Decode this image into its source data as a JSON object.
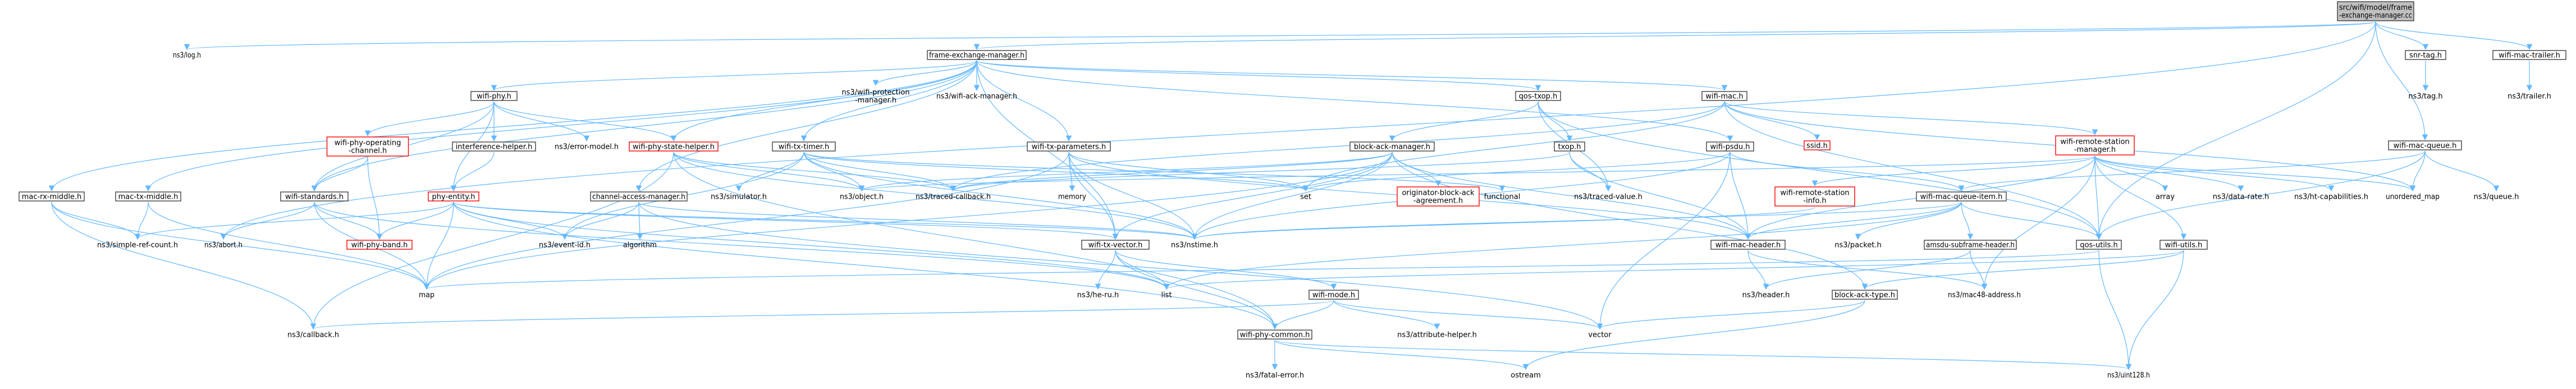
{
  "graph": {
    "root": "src/wifi/model/frame-exchange-manager.cc",
    "nodes": [
      {
        "id": "root",
        "lines": [
          "src/wifi/model/frame",
          "-exchange-manager.cc"
        ],
        "style": "root"
      },
      {
        "id": "log",
        "lines": [
          "ns3/log.h"
        ],
        "style": "plain"
      },
      {
        "id": "fem_h",
        "lines": [
          "frame-exchange-manager.h"
        ],
        "style": "normal"
      },
      {
        "id": "snr_tag",
        "lines": [
          "snr-tag.h"
        ],
        "style": "normal"
      },
      {
        "id": "wifi_mac_trailer",
        "lines": [
          "wifi-mac-trailer.h"
        ],
        "style": "normal"
      },
      {
        "id": "tag",
        "lines": [
          "ns3/tag.h"
        ],
        "style": "plain"
      },
      {
        "id": "trailer",
        "lines": [
          "ns3/trailer.h"
        ],
        "style": "plain"
      },
      {
        "id": "wifi_phy",
        "lines": [
          "wifi-phy.h"
        ],
        "style": "normal"
      },
      {
        "id": "wifi_protection_mgr",
        "lines": [
          "ns3/wifi-protection",
          "-manager.h"
        ],
        "style": "plain"
      },
      {
        "id": "wifi_ack_mgr",
        "lines": [
          "ns3/wifi-ack-manager.h"
        ],
        "style": "plain"
      },
      {
        "id": "qos_txop",
        "lines": [
          "qos-txop.h"
        ],
        "style": "normal"
      },
      {
        "id": "wifi_mac",
        "lines": [
          "wifi-mac.h"
        ],
        "style": "normal"
      },
      {
        "id": "wifi_mac_queue",
        "lines": [
          "wifi-mac-queue.h"
        ],
        "style": "normal"
      },
      {
        "id": "wifi_phy_op_channel",
        "lines": [
          "wifi-phy-operating",
          "-channel.h"
        ],
        "style": "red"
      },
      {
        "id": "interference_helper",
        "lines": [
          "interference-helper.h"
        ],
        "style": "normal"
      },
      {
        "id": "error_model",
        "lines": [
          "ns3/error-model.h"
        ],
        "style": "plain"
      },
      {
        "id": "wifi_phy_state_helper",
        "lines": [
          "wifi-phy-state-helper.h"
        ],
        "style": "red"
      },
      {
        "id": "wifi_tx_timer",
        "lines": [
          "wifi-tx-timer.h"
        ],
        "style": "normal"
      },
      {
        "id": "wifi_tx_parameters",
        "lines": [
          "wifi-tx-parameters.h"
        ],
        "style": "normal"
      },
      {
        "id": "block_ack_manager",
        "lines": [
          "block-ack-manager.h"
        ],
        "style": "normal"
      },
      {
        "id": "txop",
        "lines": [
          "txop.h"
        ],
        "style": "normal"
      },
      {
        "id": "wifi_psdu",
        "lines": [
          "wifi-psdu.h"
        ],
        "style": "normal"
      },
      {
        "id": "ssid",
        "lines": [
          "ssid.h"
        ],
        "style": "red"
      },
      {
        "id": "wifi_remote_station_mgr",
        "lines": [
          "wifi-remote-station",
          "-manager.h"
        ],
        "style": "red"
      },
      {
        "id": "mac_rx_middle",
        "lines": [
          "mac-rx-middle.h"
        ],
        "style": "normal"
      },
      {
        "id": "mac_tx_middle",
        "lines": [
          "mac-tx-middle.h"
        ],
        "style": "normal"
      },
      {
        "id": "wifi_standards",
        "lines": [
          "wifi-standards.h"
        ],
        "style": "normal"
      },
      {
        "id": "phy_entity",
        "lines": [
          "phy-entity.h"
        ],
        "style": "red"
      },
      {
        "id": "channel_access_mgr",
        "lines": [
          "channel-access-manager.h"
        ],
        "style": "normal"
      },
      {
        "id": "simulator",
        "lines": [
          "ns3/simulator.h"
        ],
        "style": "plain"
      },
      {
        "id": "object",
        "lines": [
          "ns3/object.h"
        ],
        "style": "plain"
      },
      {
        "id": "traced_callback",
        "lines": [
          "ns3/traced-callback.h"
        ],
        "style": "plain"
      },
      {
        "id": "memory",
        "lines": [
          "memory"
        ],
        "style": "plain"
      },
      {
        "id": "originator_ba",
        "lines": [
          "originator-block-ack",
          "-agreement.h"
        ],
        "style": "red"
      },
      {
        "id": "set",
        "lines": [
          "set"
        ],
        "style": "plain"
      },
      {
        "id": "functional",
        "lines": [
          "functional"
        ],
        "style": "plain"
      },
      {
        "id": "traced_value",
        "lines": [
          "ns3/traced-value.h"
        ],
        "style": "plain"
      },
      {
        "id": "wifi_remote_station_info",
        "lines": [
          "wifi-remote-station",
          "-info.h"
        ],
        "style": "red"
      },
      {
        "id": "wifi_mac_queue_item",
        "lines": [
          "wifi-mac-queue-item.h"
        ],
        "style": "normal"
      },
      {
        "id": "array",
        "lines": [
          "array"
        ],
        "style": "plain"
      },
      {
        "id": "data_rate",
        "lines": [
          "ns3/data-rate.h"
        ],
        "style": "plain"
      },
      {
        "id": "ht_capabilities",
        "lines": [
          "ns3/ht-capabilities.h"
        ],
        "style": "plain"
      },
      {
        "id": "unordered_map",
        "lines": [
          "unordered_map"
        ],
        "style": "plain"
      },
      {
        "id": "queue",
        "lines": [
          "ns3/queue.h"
        ],
        "style": "plain"
      },
      {
        "id": "simple_refcount",
        "lines": [
          "ns3/simple-ref-count.h"
        ],
        "style": "plain"
      },
      {
        "id": "abort",
        "lines": [
          "ns3/abort.h"
        ],
        "style": "plain"
      },
      {
        "id": "wifi_phy_band",
        "lines": [
          "wifi-phy-band.h"
        ],
        "style": "red"
      },
      {
        "id": "event_id",
        "lines": [
          "ns3/event-id.h"
        ],
        "style": "plain"
      },
      {
        "id": "algorithm",
        "lines": [
          "algorithm"
        ],
        "style": "plain"
      },
      {
        "id": "wifi_tx_vector",
        "lines": [
          "wifi-tx-vector.h"
        ],
        "style": "normal"
      },
      {
        "id": "nstime",
        "lines": [
          "ns3/nstime.h"
        ],
        "style": "plain"
      },
      {
        "id": "wifi_mac_header",
        "lines": [
          "wifi-mac-header.h"
        ],
        "style": "normal"
      },
      {
        "id": "packet",
        "lines": [
          "ns3/packet.h"
        ],
        "style": "plain"
      },
      {
        "id": "amsdu_subframe_header",
        "lines": [
          "amsdu-subframe-header.h"
        ],
        "style": "normal"
      },
      {
        "id": "qos_utils",
        "lines": [
          "qos-utils.h"
        ],
        "style": "normal"
      },
      {
        "id": "wifi_utils",
        "lines": [
          "wifi-utils.h"
        ],
        "style": "normal"
      },
      {
        "id": "map",
        "lines": [
          "map"
        ],
        "style": "plain"
      },
      {
        "id": "he_ru",
        "lines": [
          "ns3/he-ru.h"
        ],
        "style": "plain"
      },
      {
        "id": "list",
        "lines": [
          "list"
        ],
        "style": "plain"
      },
      {
        "id": "wifi_mode",
        "lines": [
          "wifi-mode.h"
        ],
        "style": "normal"
      },
      {
        "id": "header",
        "lines": [
          "ns3/header.h"
        ],
        "style": "plain"
      },
      {
        "id": "block_ack_type",
        "lines": [
          "block-ack-type.h"
        ],
        "style": "normal"
      },
      {
        "id": "mac48_address",
        "lines": [
          "ns3/mac48-address.h"
        ],
        "style": "plain"
      },
      {
        "id": "callback",
        "lines": [
          "ns3/callback.h"
        ],
        "style": "plain"
      },
      {
        "id": "attribute_helper",
        "lines": [
          "ns3/attribute-helper.h"
        ],
        "style": "plain"
      },
      {
        "id": "vector",
        "lines": [
          "vector"
        ],
        "style": "plain"
      },
      {
        "id": "wifi_phy_common",
        "lines": [
          "wifi-phy-common.h"
        ],
        "style": "normal"
      },
      {
        "id": "fatal_error",
        "lines": [
          "ns3/fatal-error.h"
        ],
        "style": "plain"
      },
      {
        "id": "ostream",
        "lines": [
          "ostream"
        ],
        "style": "plain"
      },
      {
        "id": "uint128",
        "lines": [
          "ns3/uint128.h"
        ],
        "style": "plain"
      }
    ],
    "edges": [
      [
        "root",
        "log"
      ],
      [
        "root",
        "fem_h"
      ],
      [
        "root",
        "snr_tag"
      ],
      [
        "root",
        "wifi_mac_trailer"
      ],
      [
        "root",
        "wifi_mac_queue"
      ],
      [
        "root",
        "qos_utils"
      ],
      [
        "root",
        "abort"
      ],
      [
        "snr_tag",
        "tag"
      ],
      [
        "wifi_mac_trailer",
        "trailer"
      ],
      [
        "fem_h",
        "wifi_phy"
      ],
      [
        "fem_h",
        "wifi_protection_mgr"
      ],
      [
        "fem_h",
        "wifi_ack_mgr"
      ],
      [
        "fem_h",
        "qos_txop"
      ],
      [
        "fem_h",
        "wifi_mac"
      ],
      [
        "fem_h",
        "wifi_tx_timer"
      ],
      [
        "fem_h",
        "wifi_tx_parameters"
      ],
      [
        "fem_h",
        "wifi_psdu"
      ],
      [
        "fem_h",
        "mac_rx_middle"
      ],
      [
        "fem_h",
        "mac_tx_middle"
      ],
      [
        "fem_h",
        "channel_access_mgr"
      ],
      [
        "fem_h",
        "wifi_tx_vector"
      ],
      [
        "fem_h",
        "wifi_standards"
      ],
      [
        "fem_h",
        "wifi_phy_state_helper"
      ],
      [
        "wifi_phy",
        "wifi_phy_op_channel"
      ],
      [
        "wifi_phy",
        "interference_helper"
      ],
      [
        "wifi_phy",
        "error_model"
      ],
      [
        "wifi_phy",
        "wifi_phy_state_helper"
      ],
      [
        "wifi_phy",
        "phy_entity"
      ],
      [
        "wifi_phy",
        "wifi_standards"
      ],
      [
        "wifi_phy_op_channel",
        "wifi_standards"
      ],
      [
        "wifi_phy_op_channel",
        "wifi_phy_band"
      ],
      [
        "interference_helper",
        "phy_entity"
      ],
      [
        "wifi_phy_state_helper",
        "object"
      ],
      [
        "wifi_phy_state_helper",
        "callback"
      ],
      [
        "wifi_phy_state_helper",
        "traced_callback"
      ],
      [
        "wifi_phy_state_helper",
        "nstime"
      ],
      [
        "wifi_phy_state_helper",
        "wifi_phy_common"
      ],
      [
        "wifi_tx_timer",
        "simulator"
      ],
      [
        "wifi_tx_timer",
        "object"
      ],
      [
        "wifi_tx_timer",
        "traced_callback"
      ],
      [
        "wifi_tx_timer",
        "event_id"
      ],
      [
        "wifi_tx_timer",
        "nstime"
      ],
      [
        "wifi_tx_timer",
        "functional"
      ],
      [
        "wifi_tx_timer",
        "set"
      ],
      [
        "wifi_tx_parameters",
        "memory"
      ],
      [
        "wifi_tx_parameters",
        "wifi_tx_vector"
      ],
      [
        "wifi_tx_parameters",
        "nstime"
      ],
      [
        "wifi_tx_parameters",
        "map"
      ],
      [
        "wifi_tx_parameters",
        "set"
      ],
      [
        "wifi_tx_parameters",
        "wifi_mac_header"
      ],
      [
        "qos_txop",
        "block_ack_manager"
      ],
      [
        "qos_txop",
        "txop"
      ],
      [
        "qos_txop",
        "traced_value"
      ],
      [
        "qos_txop",
        "qos_utils"
      ],
      [
        "block_ack_manager",
        "originator_ba"
      ],
      [
        "block_ack_manager",
        "wifi_mac_header"
      ],
      [
        "block_ack_manager",
        "wifi_tx_vector"
      ],
      [
        "block_ack_manager",
        "block_ack_type"
      ],
      [
        "block_ack_manager",
        "traced_callback"
      ],
      [
        "block_ack_manager",
        "nstime"
      ],
      [
        "block_ack_manager",
        "map"
      ],
      [
        "block_ack_manager",
        "object"
      ],
      [
        "txop",
        "traced_value"
      ],
      [
        "txop",
        "wifi_mac_header"
      ],
      [
        "txop",
        "traced_callback"
      ],
      [
        "wifi_psdu",
        "wifi_mac_queue_item"
      ],
      [
        "wifi_psdu",
        "wifi_mac_header"
      ],
      [
        "wifi_psdu",
        "nstime"
      ],
      [
        "wifi_psdu",
        "set"
      ],
      [
        "wifi_psdu",
        "vector"
      ],
      [
        "wifi_mac",
        "ssid"
      ],
      [
        "wifi_mac",
        "wifi_remote_station_mgr"
      ],
      [
        "wifi_mac",
        "qos_utils"
      ],
      [
        "wifi_mac",
        "unordered_map"
      ],
      [
        "wifi_mac",
        "set"
      ],
      [
        "wifi_mac",
        "traced_callback"
      ],
      [
        "wifi_remote_station_mgr",
        "wifi_remote_station_info"
      ],
      [
        "wifi_remote_station_mgr",
        "array"
      ],
      [
        "wifi_remote_station_mgr",
        "data_rate"
      ],
      [
        "wifi_remote_station_mgr",
        "ht_capabilities"
      ],
      [
        "wifi_remote_station_mgr",
        "unordered_map"
      ],
      [
        "wifi_remote_station_mgr",
        "wifi_utils"
      ],
      [
        "wifi_remote_station_mgr",
        "qos_utils"
      ],
      [
        "wifi_remote_station_mgr",
        "wifi_mac_header"
      ],
      [
        "wifi_remote_station_mgr",
        "mac48_address"
      ],
      [
        "wifi_remote_station_mgr",
        "object"
      ],
      [
        "wifi_remote_station_info",
        "nstime"
      ],
      [
        "wifi_mac_queue",
        "wifi_mac_queue_item"
      ],
      [
        "wifi_mac_queue",
        "queue"
      ],
      [
        "wifi_mac_queue",
        "unordered_map"
      ],
      [
        "wifi_mac_queue",
        "qos_utils"
      ],
      [
        "wifi_mac_queue_item",
        "wifi_mac_header"
      ],
      [
        "wifi_mac_queue_item",
        "packet"
      ],
      [
        "wifi_mac_queue_item",
        "amsdu_subframe_header"
      ],
      [
        "wifi_mac_queue_item",
        "qos_utils"
      ],
      [
        "wifi_mac_queue_item",
        "nstime"
      ],
      [
        "wifi_mac_queue_item",
        "list"
      ],
      [
        "amsdu_subframe_header",
        "header"
      ],
      [
        "amsdu_subframe_header",
        "mac48_address"
      ],
      [
        "wifi_mac_header",
        "header"
      ],
      [
        "wifi_mac_header",
        "mac48_address"
      ],
      [
        "qos_utils",
        "uint128"
      ],
      [
        "qos_utils",
        "map"
      ],
      [
        "wifi_utils",
        "block_ack_type"
      ],
      [
        "wifi_utils",
        "uint128"
      ],
      [
        "wifi_utils",
        "list"
      ],
      [
        "block_ack_type",
        "vector"
      ],
      [
        "block_ack_type",
        "ostream"
      ],
      [
        "mac_rx_middle",
        "simple_refcount"
      ],
      [
        "mac_rx_middle",
        "callback"
      ],
      [
        "mac_rx_middle",
        "map"
      ],
      [
        "mac_tx_middle",
        "simple_refcount"
      ],
      [
        "mac_tx_middle",
        "map"
      ],
      [
        "wifi_standards",
        "wifi_phy_band"
      ],
      [
        "wifi_standards",
        "abort"
      ],
      [
        "wifi_standards",
        "map"
      ],
      [
        "wifi_standards",
        "list"
      ],
      [
        "phy_entity",
        "wifi_phy_band"
      ],
      [
        "phy_entity",
        "simple_refcount"
      ],
      [
        "phy_entity",
        "event_id"
      ],
      [
        "phy_entity",
        "wifi_tx_vector"
      ],
      [
        "phy_entity",
        "nstime"
      ],
      [
        "phy_entity",
        "map"
      ],
      [
        "phy_entity",
        "list"
      ],
      [
        "phy_entity",
        "wifi_phy_common"
      ],
      [
        "channel_access_mgr",
        "event_id"
      ],
      [
        "channel_access_mgr",
        "algorithm"
      ],
      [
        "channel_access_mgr",
        "nstime"
      ],
      [
        "channel_access_mgr",
        "vector"
      ],
      [
        "wifi_tx_vector",
        "wifi_mode"
      ],
      [
        "wifi_tx_vector",
        "he_ru"
      ],
      [
        "wifi_tx_vector",
        "list"
      ],
      [
        "wifi_tx_vector",
        "wifi_phy_common"
      ],
      [
        "wifi_mode",
        "callback"
      ],
      [
        "wifi_mode",
        "attribute_helper"
      ],
      [
        "wifi_mode",
        "vector"
      ],
      [
        "wifi_mode",
        "wifi_phy_common"
      ],
      [
        "wifi_phy_common",
        "fatal_error"
      ],
      [
        "wifi_phy_common",
        "ostream"
      ],
      [
        "wifi_phy_common",
        "uint128"
      ]
    ]
  }
}
